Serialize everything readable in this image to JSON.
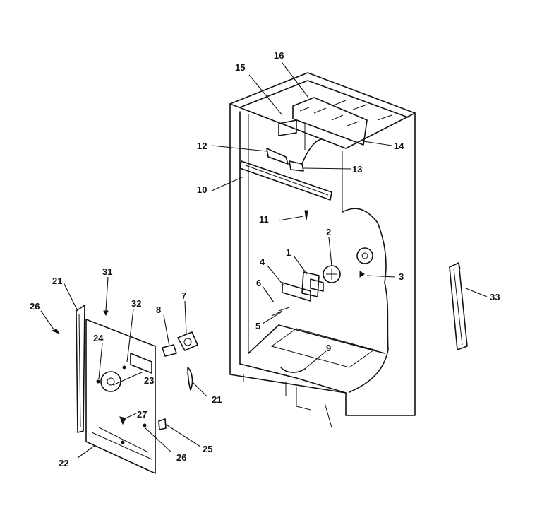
{
  "diagram": {
    "callouts": {
      "c1": "1",
      "c2": "2",
      "c3": "3",
      "c4": "4",
      "c5": "5",
      "c6": "6",
      "c7": "7",
      "c8": "8",
      "c9": "9",
      "c10": "10",
      "c11": "11",
      "c12": "12",
      "c13": "13",
      "c14": "14",
      "c15": "15",
      "c16": "16",
      "c21a": "21",
      "c21b": "21",
      "c22": "22",
      "c23": "23",
      "c24": "24",
      "c25": "25",
      "c26a": "26",
      "c26b": "26",
      "c27": "27",
      "c31": "31",
      "c32": "32",
      "c33": "33"
    }
  }
}
